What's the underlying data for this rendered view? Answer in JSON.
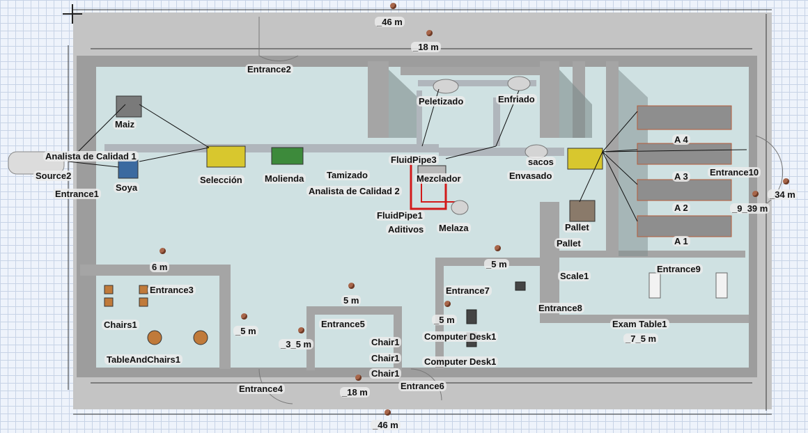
{
  "colors": {
    "floor": "#cfe1e2",
    "outer_floor": "#c4c4c4",
    "wall": "#9d9d9d",
    "wall_shadow": "#7d8c8c",
    "conveyor": "#b0b6bc",
    "fluid_pipe": "#d21a1a",
    "machine_yellow": "#d8c72e",
    "rack_red": "#b65c3b",
    "rack_gray": "#8e8e8e",
    "node": "#a8664a"
  },
  "dimensions": [
    {
      "text": "_46 m"
    },
    {
      "text": "_18 m"
    },
    {
      "text": "6 m"
    },
    {
      "text": "5 m"
    },
    {
      "text": "_5 m"
    },
    {
      "text": "_3_5 m"
    },
    {
      "text": "_5 m"
    },
    {
      "text": "_5 m"
    },
    {
      "text": "_34 m"
    },
    {
      "text": "_9_39 m"
    },
    {
      "text": "_7_5 m"
    },
    {
      "text": "_18 m"
    },
    {
      "text": "_46 m"
    }
  ],
  "objects": [
    {
      "text": "Entrance2"
    },
    {
      "text": "Peletizado"
    },
    {
      "text": "Enfriado"
    },
    {
      "text": "Maiz"
    },
    {
      "text": "Analista de Calidad 1"
    },
    {
      "text": "Source2"
    },
    {
      "text": "Soya"
    },
    {
      "text": "Entrance1"
    },
    {
      "text": "Selección"
    },
    {
      "text": "Molienda"
    },
    {
      "text": "Tamizado"
    },
    {
      "text": "FluidPipe3"
    },
    {
      "text": "Mezclador"
    },
    {
      "text": "Analista de Calidad 2"
    },
    {
      "text": "FluidPipe1"
    },
    {
      "text": "Aditivos"
    },
    {
      "text": "Melaza"
    },
    {
      "text": "sacos"
    },
    {
      "text": "Envasado"
    },
    {
      "text": "A 4"
    },
    {
      "text": "A 3"
    },
    {
      "text": "A 2"
    },
    {
      "text": "A 1"
    },
    {
      "text": "Entrance10"
    },
    {
      "text": "Pallet"
    },
    {
      "text": "Pallet"
    },
    {
      "text": "Entrance3"
    },
    {
      "text": "Chairs1"
    },
    {
      "text": "TableAndChairs1"
    },
    {
      "text": "Entrance4"
    },
    {
      "text": "Entrance5"
    },
    {
      "text": "Chair1"
    },
    {
      "text": "Chair1"
    },
    {
      "text": "Chair1"
    },
    {
      "text": "Entrance6"
    },
    {
      "text": "Entrance7"
    },
    {
      "text": "Computer Desk1"
    },
    {
      "text": "Computer Desk1"
    },
    {
      "text": "Entrance8"
    },
    {
      "text": "Scale1"
    },
    {
      "text": "Entrance9"
    },
    {
      "text": "Exam Table1"
    }
  ]
}
